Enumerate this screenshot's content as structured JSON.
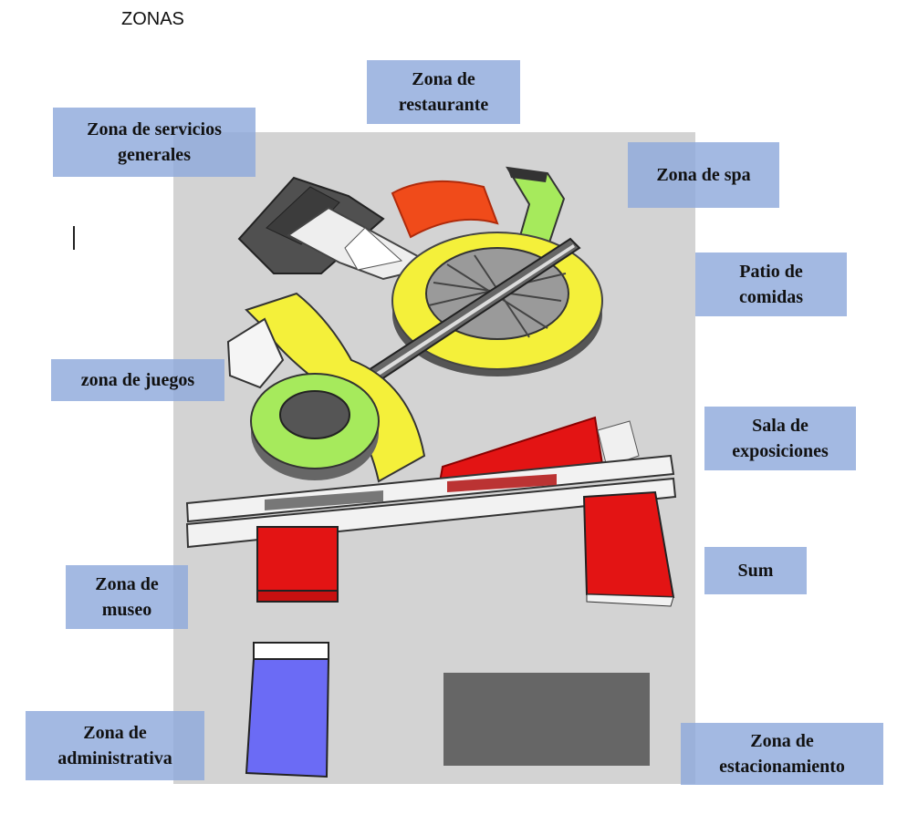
{
  "title": "ZONAS",
  "zones": {
    "restaurante": "Zona de\nrestaurante",
    "servicios": "Zona de servicios\ngenerales",
    "spa": "Zona de spa",
    "patio": "Patio de\ncomidas",
    "juegos": "zona de juegos",
    "exposiciones": "Sala de\nexposiciones",
    "sum": "Sum",
    "museo": "Zona de\nmuseo",
    "administrativa": "Zona de\nadministrativa",
    "estacionamiento": "Zona de\nestacionamiento"
  },
  "colors": {
    "site": "#d3d3d3",
    "label_bg": "#8faadc",
    "yellow": "#f4f03a",
    "green": "#a6ea5c",
    "red": "#e31414",
    "orange": "#f04b1a",
    "blue": "#6b6bf5",
    "dark": "#505050",
    "parking": "#666666"
  }
}
